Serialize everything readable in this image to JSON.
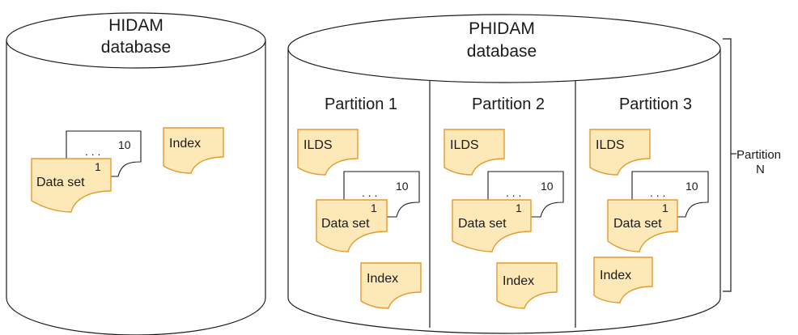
{
  "hidam": {
    "title_line1": "HIDAM",
    "title_line2": "database",
    "dataset_label": "Data set",
    "dataset_first": "1",
    "dataset_last": "10",
    "index_label": "Index"
  },
  "phidam": {
    "title_line1": "PHIDAM",
    "title_line2": "database",
    "partitions": [
      {
        "name": "Partition 1",
        "ilds": "ILDS",
        "dataset_label": "Data set",
        "dataset_first": "1",
        "dataset_last": "10",
        "index_label": "Index"
      },
      {
        "name": "Partition 2",
        "ilds": "ILDS",
        "dataset_label": "Data set",
        "dataset_first": "1",
        "dataset_last": "10",
        "index_label": "Index"
      },
      {
        "name": "Partition 3",
        "ilds": "ILDS",
        "dataset_label": "Data set",
        "dataset_first": "1",
        "dataset_last": "10",
        "index_label": "Index"
      }
    ],
    "partition_n_line1": "Partition",
    "partition_n_line2": "N"
  }
}
